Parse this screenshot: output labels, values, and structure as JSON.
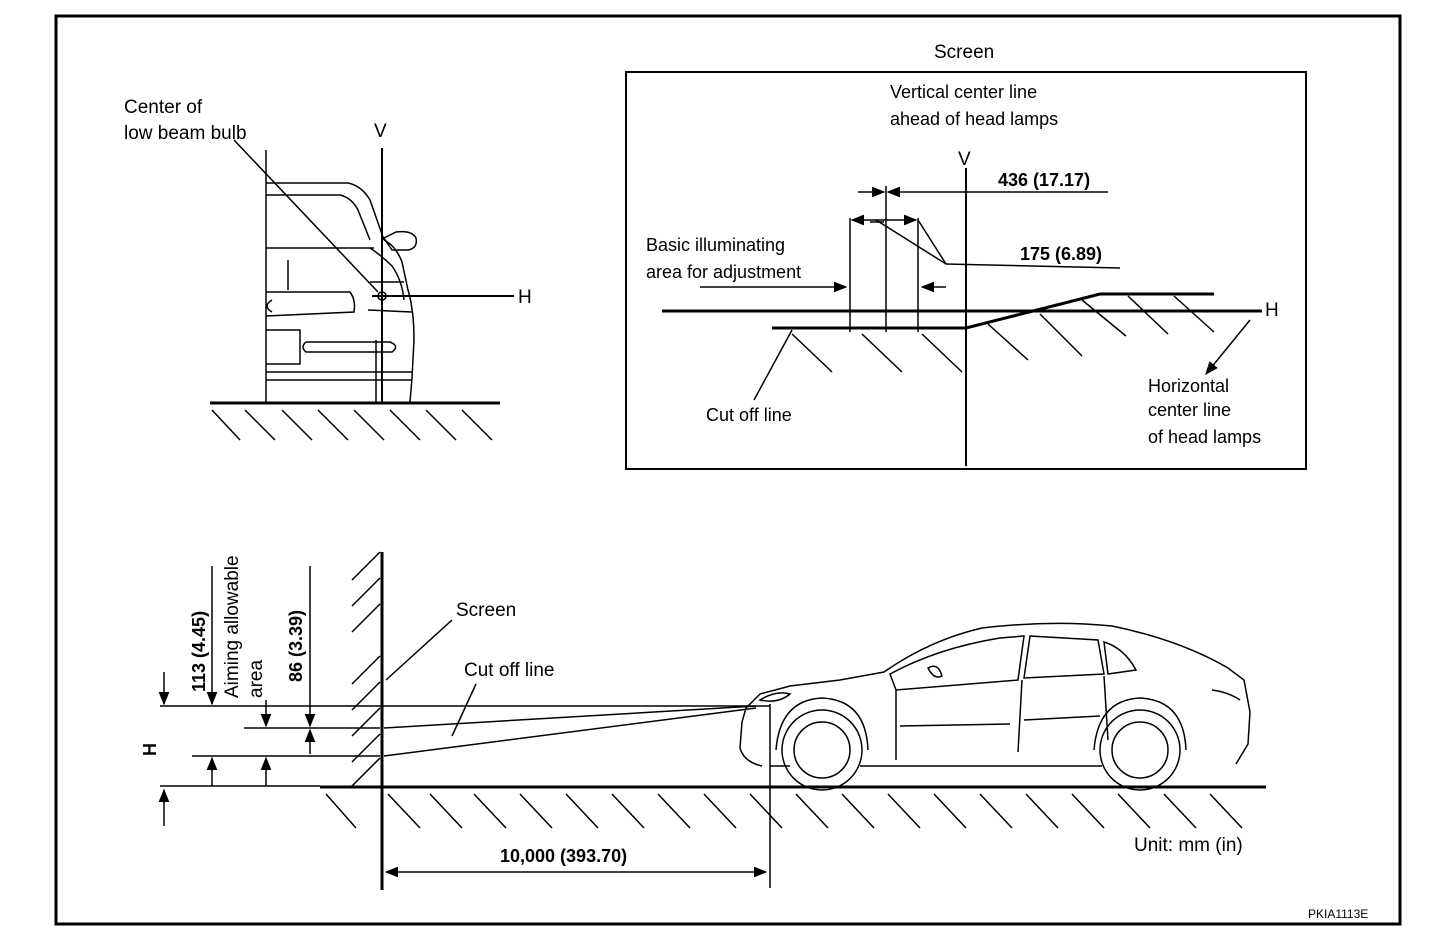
{
  "figure_id": "PKIA1113E",
  "unit": "Unit:  mm  (in)",
  "front_view": {
    "bulb_label_line1": "Center of",
    "bulb_label_line2": "low beam bulb",
    "v_label": "V",
    "h_label": "H"
  },
  "screen_panel": {
    "title": "Screen",
    "vcl_line1": "Vertical  center  line",
    "vcl_line2": "ahead  of  head  lamps",
    "v_label": "V",
    "h_label": "H",
    "dim_436": "436  (17.17)",
    "dim_175": "175  (6.89)",
    "basic_line1": "Basic  illuminating",
    "basic_line2": "area  for  adjustment",
    "cutoff_label": "Cut  off  line",
    "hcl_line1": "Horizontal",
    "hcl_line2": "center  line",
    "hcl_line3": "of  head  lamps"
  },
  "side_view": {
    "screen_label": "Screen",
    "cutoff_label": "Cut off line",
    "dim_113": "113  (4.45)",
    "aiming_line1": "Aiming allowable",
    "aiming_line2": "area",
    "dim_86": "86  (3.39)",
    "h_label": "H",
    "distance": "10,000  (393.70)"
  }
}
